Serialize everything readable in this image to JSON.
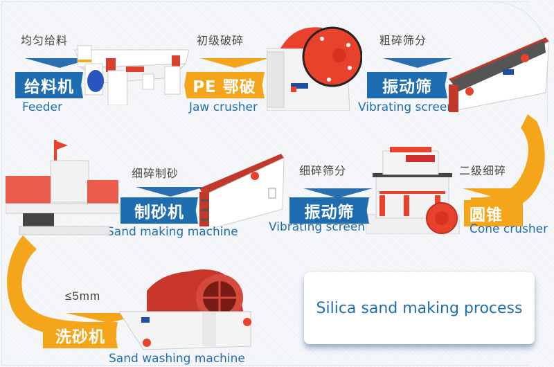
{
  "diagram": {
    "title": "Silica sand making process",
    "colors": {
      "blue_banner": "#1f6db1",
      "orange_banner": "#f5a51a",
      "english_label": "#1f6db1",
      "step_text": "#444444",
      "machine_red": "#e8412c"
    },
    "steps": [
      {
        "step": "均匀给料",
        "label_cn": "给料机",
        "label_en": "Feeder",
        "banner_color": "blue",
        "machine_icon": "vibrating-feeder-icon"
      },
      {
        "step": "初级破碎",
        "label_cn": "PE 鄂破",
        "label_en": "Jaw crusher",
        "banner_color": "orange",
        "machine_icon": "jaw-crusher-icon"
      },
      {
        "step": "粗碎筛分",
        "label_cn": "振动筛",
        "label_en": "Vibrating screen",
        "banner_color": "blue",
        "machine_icon": "vibrating-screen-icon"
      },
      {
        "step": "二级细碎",
        "label_cn": "圆锥",
        "label_en": "Cone crusher",
        "banner_color": "orange",
        "machine_icon": "cone-crusher-icon"
      },
      {
        "step": "细碎筛分",
        "label_cn": "振动筛",
        "label_en": "Vibrating screen",
        "banner_color": "blue",
        "machine_icon": "vibrating-screen-icon"
      },
      {
        "step": "细碎制砂",
        "label_cn": "制砂机",
        "label_en": "Sand making machine",
        "banner_color": "blue",
        "machine_icon": "sand-making-machine-icon"
      },
      {
        "step": "≤5mm",
        "label_cn": "洗砂机",
        "label_en": "Sand washing machine",
        "banner_color": "orange",
        "machine_icon": "sand-washer-icon"
      }
    ],
    "flow_connectors": [
      "right-arc-arrow",
      "left-arc-arrow"
    ]
  }
}
